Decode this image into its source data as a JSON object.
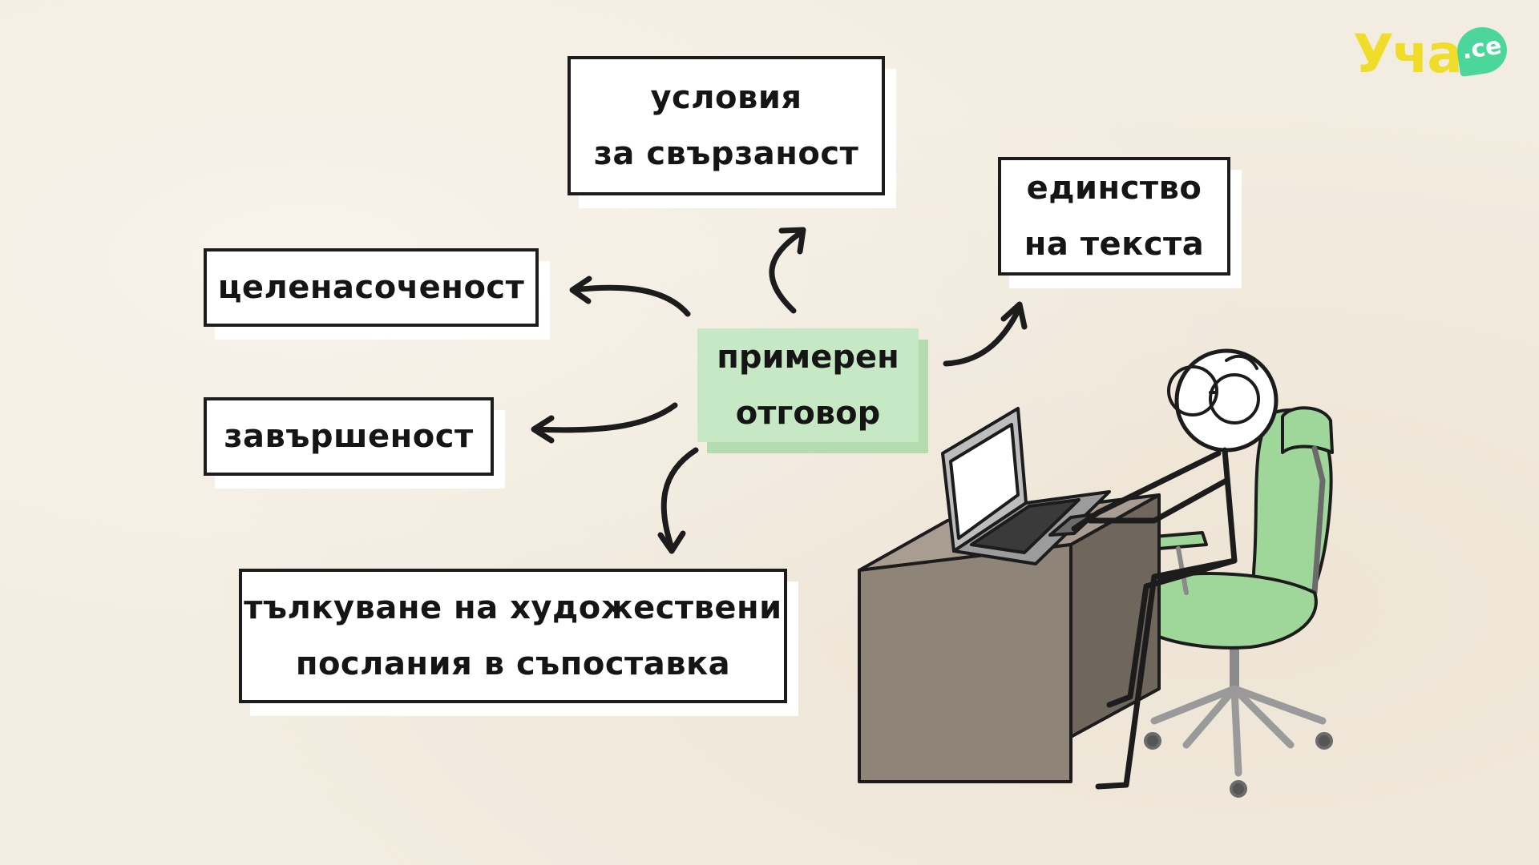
{
  "logo": {
    "text": "Уча",
    "badge": ".се"
  },
  "diagram": {
    "center": {
      "line1": "примерен",
      "line2": "отговор"
    },
    "nodes": {
      "conditions": {
        "line1": "условия",
        "line2": "за свързаност"
      },
      "unity": {
        "line1": "единство",
        "line2": "на текста"
      },
      "purposefulness": {
        "line1": "целенасоченост"
      },
      "completeness": {
        "line1": "завършеност"
      },
      "interpretation": {
        "line1": "тълкуване на художествени",
        "line2": "послания в съпоставка"
      }
    }
  },
  "colors": {
    "background": "#f3ece0",
    "center_fill": "#c7e8c4",
    "chair": "#9fd69a",
    "desk": "#8e8478",
    "logo_yellow": "#f0dd2a",
    "logo_green": "#4bd69b"
  },
  "icons": {
    "logo": "ucha-se-logo",
    "illustration": "person-at-laptop-illustration"
  }
}
